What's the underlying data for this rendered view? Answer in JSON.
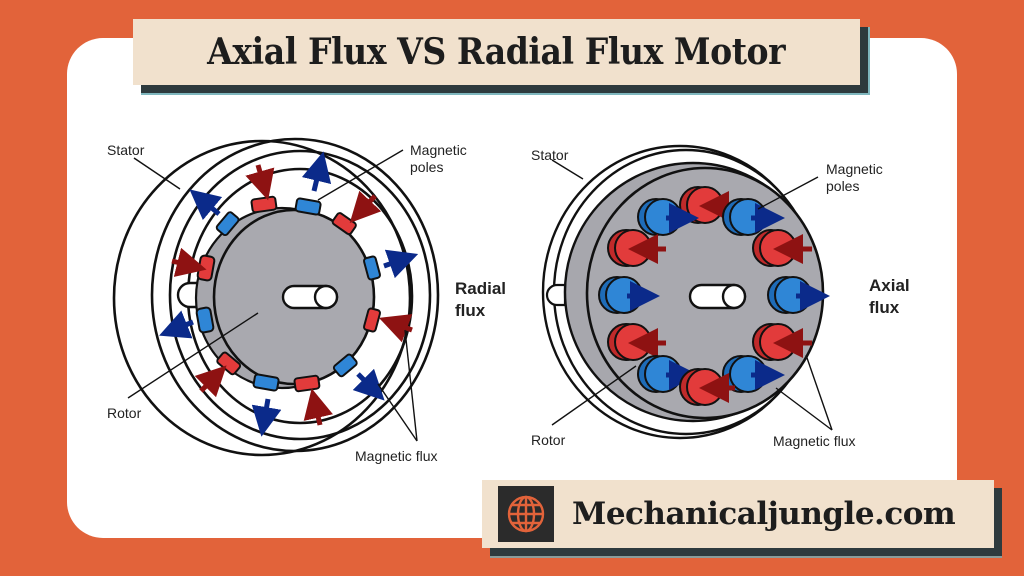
{
  "title": "Axial Flux VS Radial Flux Motor",
  "brand": {
    "icon": "globe-icon",
    "text": "Mechanicaljungle.com"
  },
  "colors": {
    "background": "#e2633a",
    "card": "#ffffff",
    "banner": "#f1e1cd",
    "banner_shadow": "#2e3a3d",
    "rotor_gray": "#a9a9af",
    "pole_red": "#e23b3b",
    "pole_blue": "#2f86d6",
    "arrow_red": "#8e1212",
    "arrow_blue": "#0b2a8a"
  },
  "radial_motor": {
    "labels": {
      "stator": "Stator",
      "poles_line1": "Magnetic",
      "poles_line2": "poles",
      "rotor": "Rotor",
      "flux": "Magnetic flux",
      "type_line1": "Radial",
      "type_line2": "flux"
    },
    "pole_count": 12
  },
  "axial_motor": {
    "labels": {
      "stator": "Stator",
      "poles_line1": "Magnetic",
      "poles_line2": "poles",
      "rotor": "Rotor",
      "flux": "Magnetic flux",
      "type_line1": "Axial",
      "type_line2": "flux"
    },
    "pole_count": 12
  }
}
